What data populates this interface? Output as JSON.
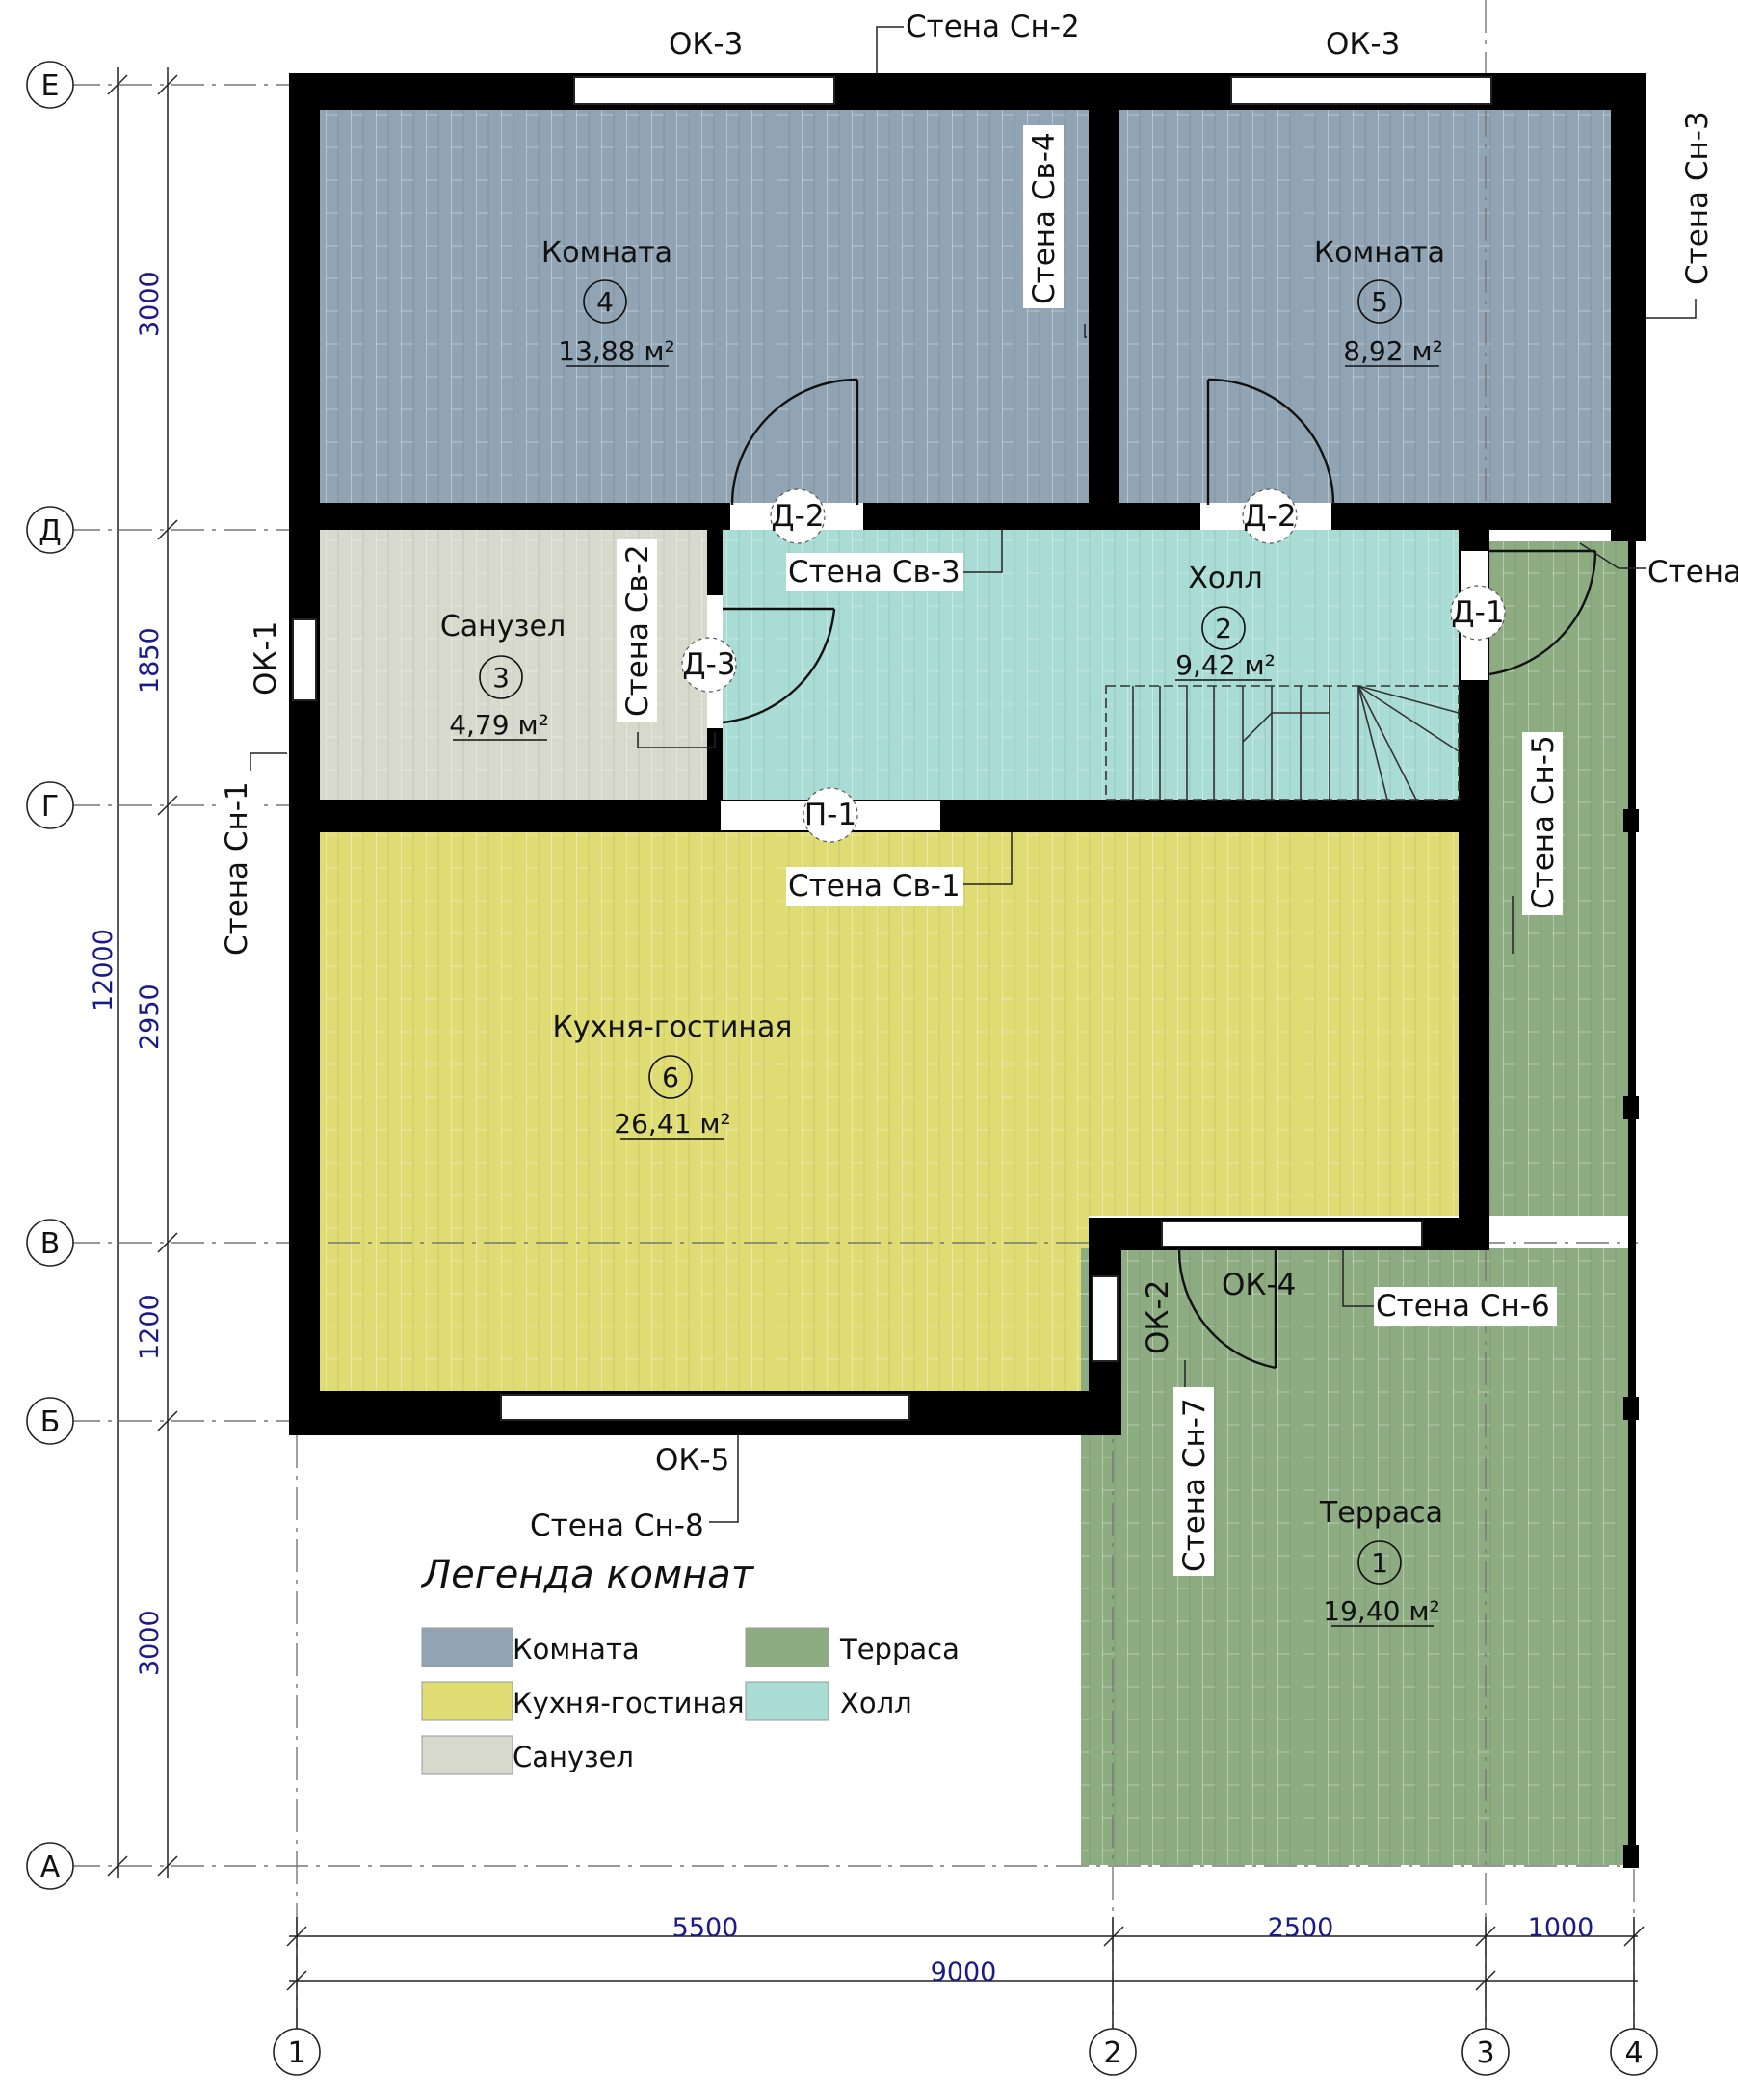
{
  "colors": {
    "room": "#90a4b4",
    "kitchen": "#dfdc74",
    "bathroom": "#d6d9cb",
    "hall": "#a8dcd4",
    "terrace": "#8eac82",
    "wall": "#000000",
    "dimension": "#1a1a8a"
  },
  "axes": {
    "rows": [
      "Е",
      "Д",
      "Г",
      "В",
      "Б",
      "А"
    ],
    "cols": [
      "1",
      "2",
      "3",
      "4"
    ]
  },
  "dimensions": {
    "vertical": [
      "3000",
      "1850",
      "2950",
      "1200",
      "3000"
    ],
    "total_vertical": "12000",
    "horizontal": [
      "5500",
      "2500",
      "1000"
    ],
    "total_horizontal": "9000"
  },
  "rooms": [
    {
      "name": "Комната",
      "number": "4",
      "area": "13,88 м²"
    },
    {
      "name": "Комната",
      "number": "5",
      "area": "8,92 м²"
    },
    {
      "name": "Санузел",
      "number": "3",
      "area": "4,79 м²"
    },
    {
      "name": "Холл",
      "number": "2",
      "area": "9,42 м²"
    },
    {
      "name": "Кухня-гостиная",
      "number": "6",
      "area": "26,41 м²"
    },
    {
      "name": "Терраса",
      "number": "1",
      "area": "19,40 м²"
    }
  ],
  "walls": {
    "sn1": "Стена Сн-1",
    "sn2": "Стена Сн-2",
    "sn3": "Стена Сн-3",
    "sn5": "Стена Сн-5",
    "sn6": "Стена Сн-6",
    "sn7": "Стена Сн-7",
    "sn8": "Стена Сн-8",
    "sv1": "Стена Св-1",
    "sv2": "Стена Св-2",
    "sv3": "Стена Св-3",
    "sv4": "Стена Св-4",
    "terrace_wall": "Стена"
  },
  "openings": {
    "ok3": "ОК-3",
    "ok1": "ОК-1",
    "ok2": "ОК-2",
    "ok4": "ОК-4",
    "ok5": "ОК-5",
    "d1": "Д-1",
    "d2": "Д-2",
    "d3": "Д-3",
    "p1": "П-1"
  },
  "legend": {
    "title": "Легенда комнат",
    "items": [
      {
        "label": "Комната",
        "color": "#90a4b4"
      },
      {
        "label": "Терраса",
        "color": "#8eac82"
      },
      {
        "label": "Кухня-гостиная",
        "color": "#dfdc74"
      },
      {
        "label": "Холл",
        "color": "#a8dcd4"
      },
      {
        "label": "Санузел",
        "color": "#d6d9cb"
      }
    ]
  }
}
